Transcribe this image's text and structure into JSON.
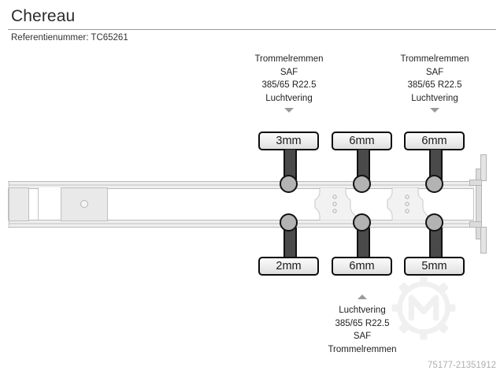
{
  "header": {
    "title": "Chereau",
    "reference_label": "Referentienummer: TC65261"
  },
  "annotations": {
    "top_left": {
      "line1": "Trommelremmen",
      "line2": "SAF",
      "line3": "385/65 R22.5",
      "line4": "Luchtvering",
      "arrow": "arrow-down-icon"
    },
    "top_right": {
      "line1": "Trommelremmen",
      "line2": "SAF",
      "line3": "385/65 R22.5",
      "line4": "Luchtvering",
      "arrow": "arrow-down-icon"
    },
    "bottom": {
      "line1": "Luchtvering",
      "line2": "385/65 R22.5",
      "line3": "SAF",
      "line4": "Trommelremmen",
      "arrow": "arrow-up-icon"
    }
  },
  "tires": {
    "top": [
      {
        "position": "axle-1-left",
        "tread": "3mm"
      },
      {
        "position": "axle-2-left",
        "tread": "6mm"
      },
      {
        "position": "axle-3-left",
        "tread": "6mm"
      }
    ],
    "bottom": [
      {
        "position": "axle-1-right",
        "tread": "2mm"
      },
      {
        "position": "axle-2-right",
        "tread": "6mm"
      },
      {
        "position": "axle-3-right",
        "tread": "5mm"
      }
    ]
  },
  "diagram": {
    "type": "trailer-top-view",
    "axle_count": 3,
    "kingpin": "kingpin-plate"
  },
  "footer": {
    "id": "75177-21351912"
  },
  "colors": {
    "text": "#222222",
    "rule": "#9a9a9a",
    "axle": "#4a4a4a",
    "hub": "#b3b3b3",
    "box_border": "#0d0d0d",
    "footer": "#b0b0b0",
    "arrow": "#9b9b9b"
  }
}
